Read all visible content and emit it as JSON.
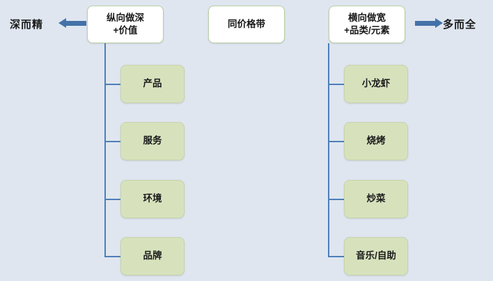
{
  "diagram": {
    "background_color": "#dfe6f0",
    "accent_color": "#4472a8",
    "leaf_color": "#d7e2bd",
    "left_label": "深而精",
    "right_label": "多而全",
    "left_arrow_icon": "arrow-left-icon",
    "right_arrow_icon": "arrow-right-icon",
    "columns": [
      {
        "head": "纵向做深\n+价值",
        "head_line1": "纵向做深",
        "head_line2": "+价值",
        "items": [
          "产品",
          "服务",
          "环境",
          "品牌"
        ]
      },
      {
        "head": "同价格带",
        "head_line1": "同价格带",
        "head_line2": "",
        "items": []
      },
      {
        "head": "横向做宽\n+品类/元素",
        "head_line1": "横向做宽",
        "head_line2": "+品类/元素",
        "items": [
          "小龙虾",
          "烧烤",
          "炒菜",
          "音乐/自助"
        ]
      }
    ]
  }
}
